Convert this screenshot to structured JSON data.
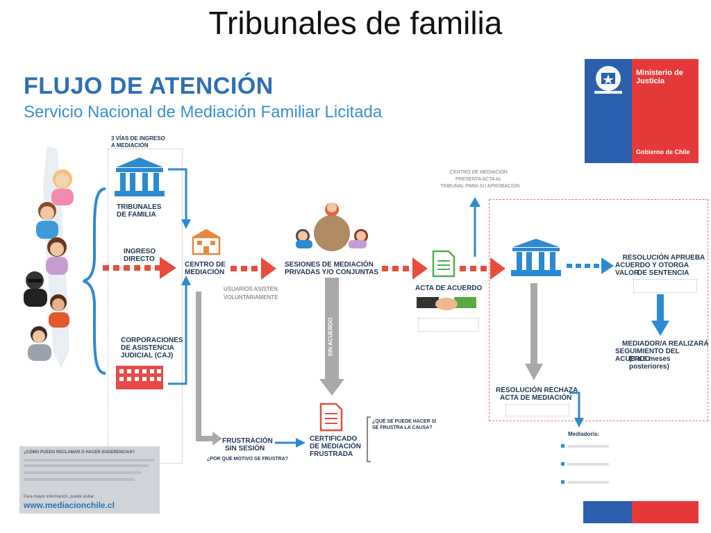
{
  "slide_title": "Tribunales de familia",
  "header": {
    "title": "FLUJO DE ATENCIÓN",
    "subtitle": "Servicio Nacional de Mediación Familiar Licitada"
  },
  "logo": {
    "line1": "Ministerio de",
    "line2": "Justicia",
    "footer": "Gobierno de Chile"
  },
  "vias": {
    "title_l1": "3 VÍAS DE INGRESO",
    "title_l2": "A MEDIACIÓN",
    "tribunales_l1": "TRIBUNALES",
    "tribunales_l2": "DE FAMILIA",
    "ingreso_l1": "INGRESO",
    "ingreso_l2": "DIRECTO",
    "caj_l1": "CORPORACIONES",
    "caj_l2": "DE ASISTENCIA",
    "caj_l3": "JUDICIAL (CAJ)"
  },
  "centro": {
    "l1": "CENTRO DE",
    "l2": "MEDIACIÓN"
  },
  "usuarios": {
    "l1": "USUARIOS ASISTEN",
    "l2": "VOLUNTARIAMENTE"
  },
  "sesiones": {
    "l1": "SESIONES DE MEDIACIÓN",
    "l2": "PRIVADAS Y/O CONJUNTAS"
  },
  "sin_acuerdo": "SIN ACUERDO",
  "acta": {
    "label": "ACTA DE ACUERDO"
  },
  "centro_presenta": {
    "l1": "CENTRO DE MEDIACIÓN",
    "l2": "PRESENTA ACTA AL",
    "l3": "TRIBUNAL PARA SU APROBACIÓN"
  },
  "aprueba": {
    "l1": "RESOLUCIÓN APRUEBA",
    "l2": "ACUERDO Y OTORGA VALOR",
    "l3": "DE SENTENCIA"
  },
  "seguimiento": {
    "l1": "MEDIADOR/A REALIZARÁ",
    "l2": "SEGUIMIENTO DEL ACUERDO",
    "l3": "(3 a 6 meses posteriores)"
  },
  "rechaza": {
    "l1": "RESOLUCIÓN RECHAZA",
    "l2": "ACTA DE MEDIACIÓN"
  },
  "mediador": {
    "title": "Mediador/a:"
  },
  "frustracion": {
    "l1": "FRUSTRACIÓN",
    "l2": "SIN SESIÓN",
    "q": "¿POR QUÉ MOTIVO SE FRUSTRA?"
  },
  "certificado": {
    "l1": "CERTIFICADO",
    "l2": "DE MEDIACIÓN",
    "l3": "FRUSTRADA"
  },
  "que_hacer": {
    "l1": "¿QUÉ SE PUEDE HACER SI",
    "l2": "SE FRUSTRA LA CAUSA?"
  },
  "greybox": {
    "q": "¿CÓMO PUEDO RECLAMAR O HACER SUGERENCIAS?",
    "more": "Para mayor información, puede visitar:",
    "url": "www.mediacionchile.cl"
  },
  "colors": {
    "blue": "#2a5fae",
    "red": "#e63a3a",
    "title_blue": "#2e6fb3",
    "arrow_red": "#e74c3c",
    "arrow_blue": "#2c8ad1",
    "grey": "#a9a9a9"
  }
}
